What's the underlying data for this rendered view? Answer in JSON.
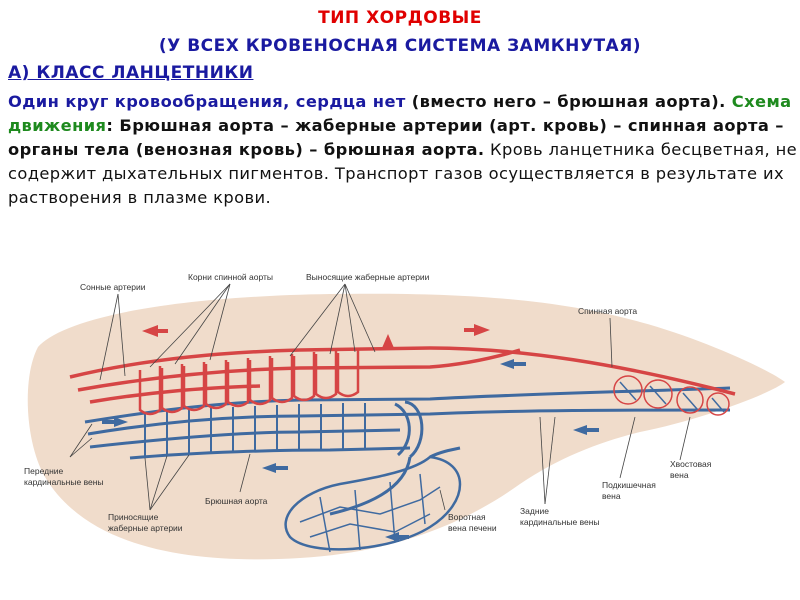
{
  "title": "ТИП ХОРДОВЫЕ",
  "subtitle": "(У ВСЕХ КРОВЕНОСНАЯ СИСТЕМА ЗАМКНУТАЯ)",
  "class_heading": "А) КЛАСС ЛАНЦЕТНИКИ",
  "paragraph": {
    "p1": "Один круг кровообращения, сердца нет",
    "p2": " (вместо него – брюшная аорта). ",
    "p3": "Схема движения",
    "p4": ": Брюшная аорта – жаберные артерии (арт. кровь) – спинная аорта – органы тела (венозная кровь) – брюшная аорта.",
    "p5": " Кровь ланцетника бесцветная, не содержит дыхательных пигментов. Транспорт газов осуществляется в результате их растворения в плазме крови."
  },
  "diagram_labels": {
    "sonnye": "Сонные артерии",
    "korni_1": "Корни спинной аорты",
    "vynos_1": "Выносящие жаберные артерии",
    "spinnaya": "Спинная аорта",
    "perednie_1": "Передние",
    "perednie_2": "кардинальные вены",
    "prinos_1": "Приносящие",
    "prinos_2": "жаберные артерии",
    "bryush": "Брюшная аорта",
    "vorot_1": "Воротная",
    "vorot_2": "вена печени",
    "zadnie_1": "Задние",
    "zadnie_2": "кардинальные вены",
    "podkish_1": "Подкишечная",
    "podkish_2": "вена",
    "hvost_1": "Хвостовая",
    "hvost_2": "вена"
  },
  "colors": {
    "arterial": "#d64545",
    "venous": "#3f6aa0",
    "body": "#f0dccb",
    "title_red": "#e00000",
    "heading_blue": "#1a1aa0",
    "scheme_green": "#1e8a1e"
  }
}
